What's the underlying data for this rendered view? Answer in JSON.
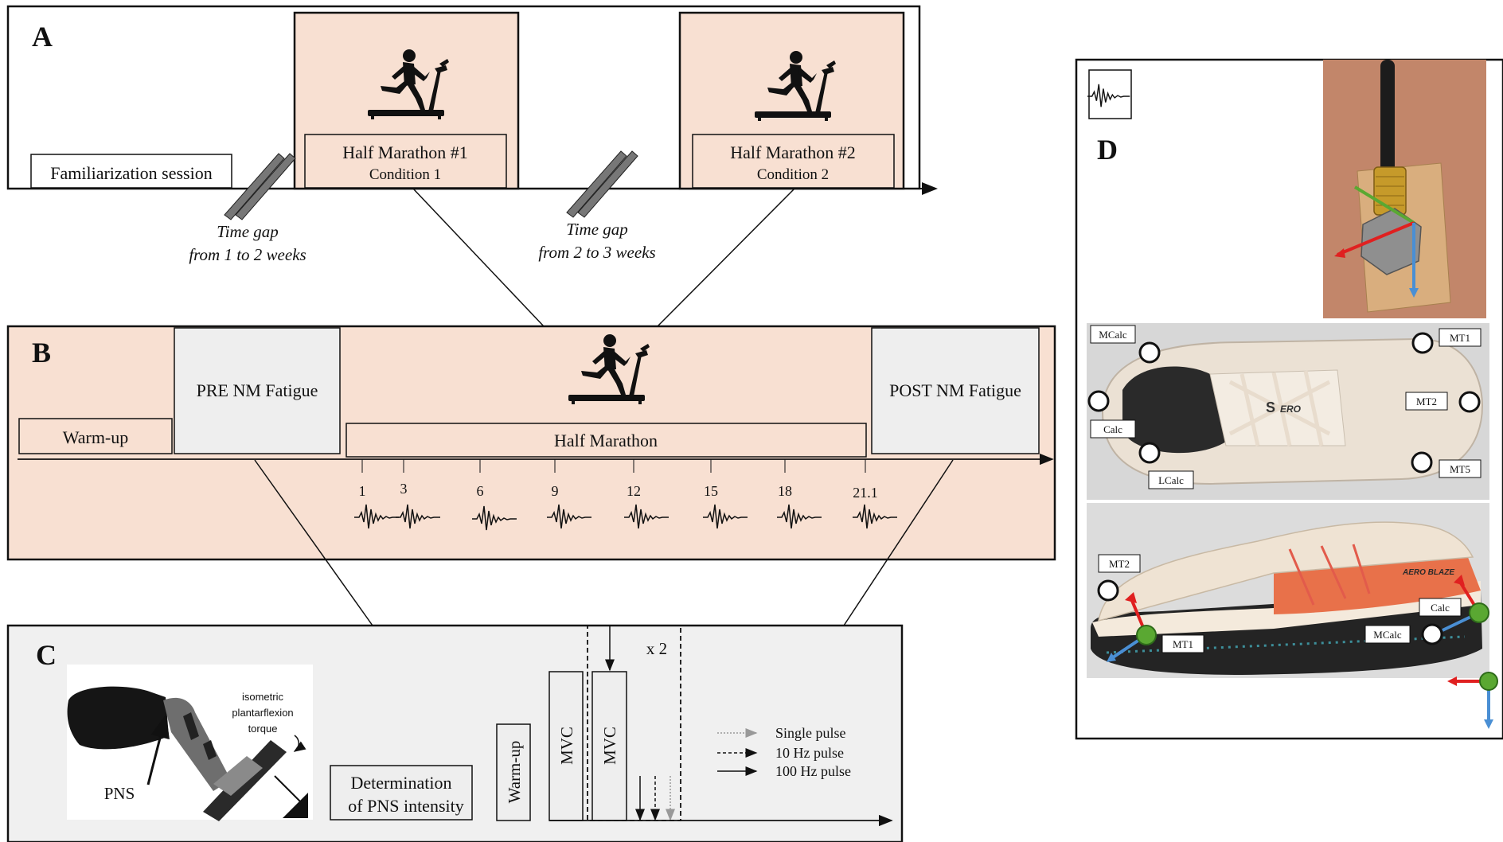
{
  "panel_a": {
    "letter": "A",
    "familiarization": "Familiarization session",
    "hm1_title": "Half Marathon #1",
    "hm1_sub": "Condition 1",
    "hm2_title": "Half Marathon #2",
    "hm2_sub": "Condition 2",
    "gap1_line1": "Time gap",
    "gap1_line2": "from 1 to 2 weeks",
    "gap2_line1": "Time gap",
    "gap2_line2": "from 2 to 3 weeks"
  },
  "panel_b": {
    "letter": "B",
    "warmup": "Warm-up",
    "pre": "PRE NM Fatigue",
    "half_marathon": "Half Marathon",
    "post": "POST NM Fatigue",
    "km_marks": [
      "1",
      "3",
      "6",
      "9",
      "12",
      "15",
      "18",
      "21.1"
    ]
  },
  "panel_c": {
    "letter": "C",
    "isometric": [
      "isometric",
      "plantarflexion",
      "torque"
    ],
    "pns": "PNS",
    "determination_line1": "Determination",
    "determination_line2": "of PNS intensity",
    "warmup": "Warm-up",
    "mvc1": "MVC",
    "mvc2": "MVC",
    "repeat": "x 2",
    "legend": {
      "single": "Single pulse",
      "ten_hz": "10 Hz pulse",
      "hundred_hz": "100 Hz pulse"
    }
  },
  "panel_d": {
    "letter": "D",
    "top_labels": {
      "mcalc": "MCalc",
      "mt1": "MT1",
      "mt2": "MT2",
      "calc": "Calc",
      "lcalc": "LCalc",
      "mt5": "MT5"
    },
    "side_labels": {
      "mt2": "MT2",
      "calc": "Calc",
      "mt1": "MT1",
      "mcalc": "MCalc"
    }
  },
  "colors": {
    "panel_fill": "#f8e0d2",
    "gray_box": "#eeeeee",
    "panel_c_fill": "#f0f0f0",
    "axis_red": "#e02020",
    "axis_green": "#5aa832",
    "axis_blue": "#4a8fd4"
  }
}
